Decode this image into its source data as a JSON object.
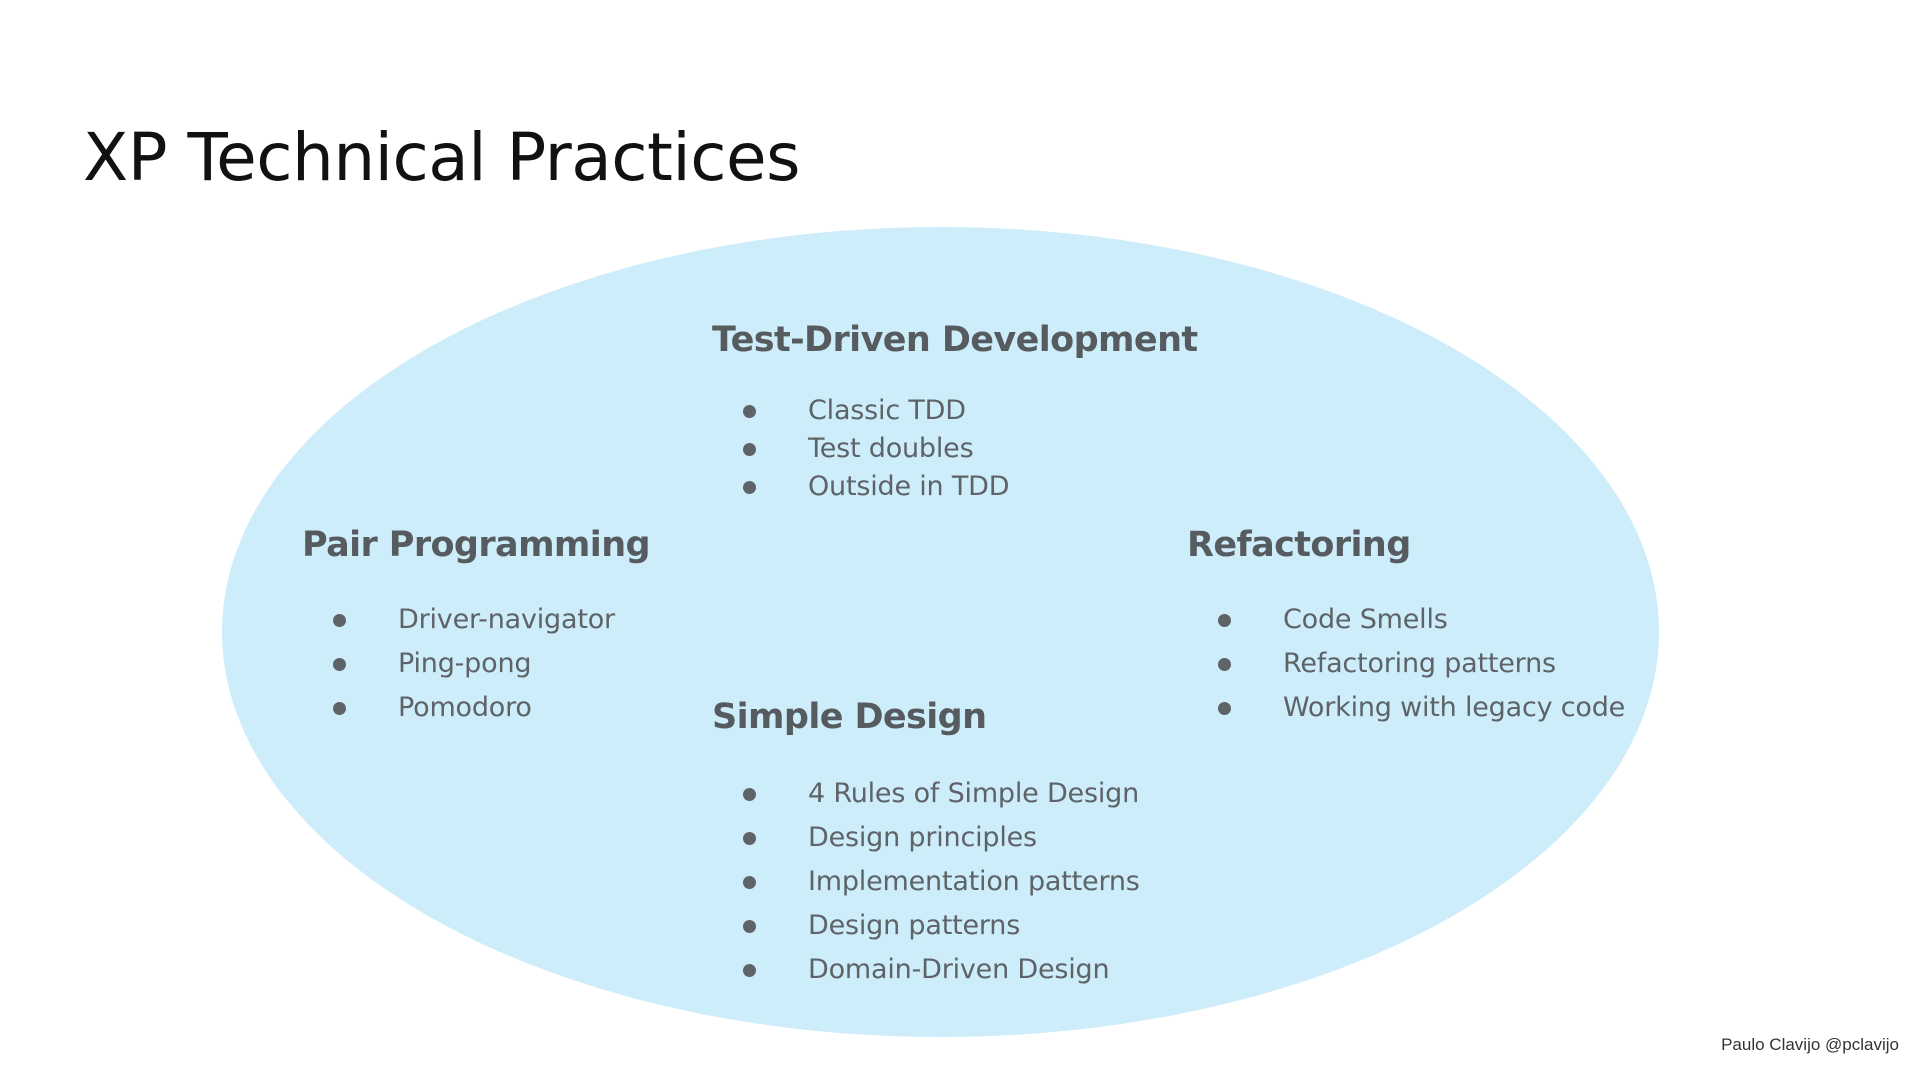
{
  "slide": {
    "title": "XP Technical Practices",
    "credit": "Paulo Clavijo @pclavijo"
  },
  "colors": {
    "ellipse_fill": "#ceedfb",
    "heading_text": "#555b5e",
    "item_text": "#5d6366",
    "title_text": "#111111"
  },
  "groups": {
    "tdd": {
      "heading": "Test-Driven Development",
      "items": [
        "Classic TDD",
        "Test doubles",
        "Outside in TDD"
      ]
    },
    "pair": {
      "heading": "Pair Programming",
      "items": [
        "Driver-navigator",
        "Ping-pong",
        "Pomodoro"
      ]
    },
    "refactoring": {
      "heading": "Refactoring",
      "items": [
        "Code Smells",
        "Refactoring patterns",
        "Working with legacy code"
      ]
    },
    "simple": {
      "heading": "Simple Design",
      "items": [
        "4 Rules of Simple Design",
        "Design principles",
        "Implementation patterns",
        "Design patterns",
        "Domain-Driven Design"
      ]
    }
  }
}
